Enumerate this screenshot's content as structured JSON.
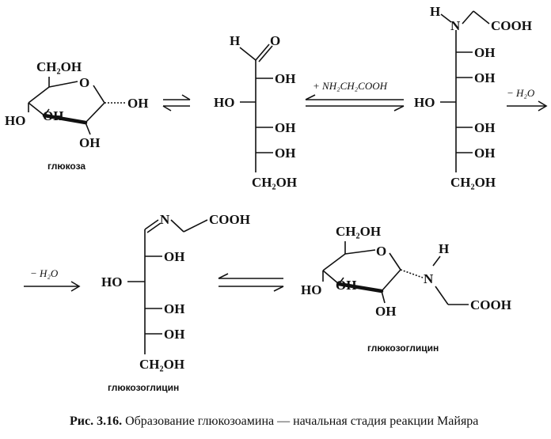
{
  "molecules": {
    "glucose_ring": {
      "name": "глюкоза",
      "ch2oh": "CH₂OH",
      "ring_o": "O",
      "oh_anomeric": "OH",
      "ho_left": "HO",
      "oh_c3": "OH",
      "oh_c2": "OH"
    },
    "open_glucose": {
      "h": "H",
      "o": "O",
      "oh_1": "OH",
      "ho_2": "HO",
      "oh_3": "OH",
      "oh_4": "OH",
      "ch2oh": "CH₂OH"
    },
    "amino_adduct": {
      "h": "H",
      "n": "N",
      "cooh": "COOH",
      "oh_1": "OH",
      "oh_2": "OH",
      "ho_3": "HO",
      "oh_4": "OH",
      "oh_5": "OH",
      "ch2oh": "CH₂OH"
    },
    "schiff_base": {
      "name": "глюкозоглицин",
      "n": "N",
      "cooh": "COOH",
      "oh_1": "OH",
      "ho_2": "HO",
      "oh_3": "OH",
      "oh_4": "OH",
      "ch2oh": "CH₂OH"
    },
    "glucosylamine": {
      "name": "глюкозоглицин",
      "ch2oh": "CH₂OH",
      "ring_o": "O",
      "h": "H",
      "n": "N",
      "cooh": "COOH",
      "ho_left": "HO",
      "oh_c3": "OH",
      "oh_c2": "OH"
    }
  },
  "conditions": {
    "add_glycine": "+ NH₂CH₂COOH",
    "minus_water_1": "− H₂O",
    "minus_water_2": "− H₂O"
  },
  "caption": {
    "label": "Рис. 3.16.",
    "text": "Образование глюкозоамина — начальная стадия реакции Майяра"
  }
}
